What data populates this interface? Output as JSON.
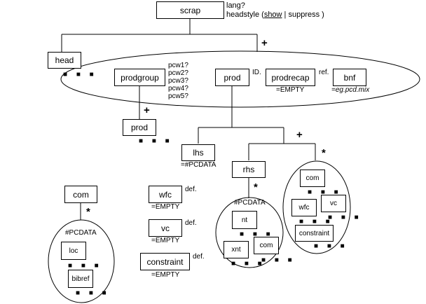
{
  "diagram": {
    "root": {
      "label": "scrap",
      "attr1": "lang?",
      "attr2_prefix": "headstyle (",
      "attr2_default": "show",
      "attr2_rest": " | suppress )"
    },
    "head": {
      "label": "head",
      "more": "■ ■ ■"
    },
    "group_plus": "+",
    "prodgroup": {
      "label": "prodgroup",
      "attrs": [
        "pcw1?",
        "pcw2?",
        "pcw3?",
        "pcw4?",
        "pcw5?"
      ]
    },
    "prodgroup_plus": "+",
    "prodgroup_child": {
      "label": "prod",
      "more": "■ ■ ■"
    },
    "prod": {
      "label": "prod",
      "attr": "ID."
    },
    "prodrecap": {
      "label": "prodrecap",
      "attr": "ref.",
      "content": "=EMPTY"
    },
    "bnf": {
      "label": "bnf",
      "content": "=eg.pcd.mix"
    },
    "lhs": {
      "label": "lhs",
      "content": "=#PCDATA"
    },
    "rhs_group_plus": "+",
    "rhs": {
      "label": "rhs",
      "star": "*",
      "pcdata": "#PCDATA"
    },
    "rhs_children": [
      {
        "label": "nt",
        "more": "■ ■ ■"
      },
      {
        "label": "xnt",
        "more": "■ ■ ■"
      },
      {
        "label": "com",
        "more": "■ ■ ■"
      }
    ],
    "constraints_star": "*",
    "constraint_children": [
      {
        "label": "com",
        "more": "■ ■ ■"
      },
      {
        "label": "wfc",
        "more": "■ ■ ■"
      },
      {
        "label": "vc",
        "more": "■ ■ ■"
      },
      {
        "label": "constraint",
        "more": "■ ■ ■"
      }
    ],
    "com_def": {
      "label": "com",
      "star": "*",
      "pcdata": "#PCDATA",
      "children": [
        {
          "label": "loc",
          "more": "■ ■ ■"
        },
        {
          "label": "bibref",
          "more": "■ ■ ■"
        }
      ]
    },
    "definitions": [
      {
        "label": "wfc",
        "attr": "def.",
        "content": "=EMPTY"
      },
      {
        "label": "vc",
        "attr": "def.",
        "content": "=EMPTY"
      },
      {
        "label": "constraint",
        "attr": "def.",
        "content": "=EMPTY"
      }
    ]
  }
}
